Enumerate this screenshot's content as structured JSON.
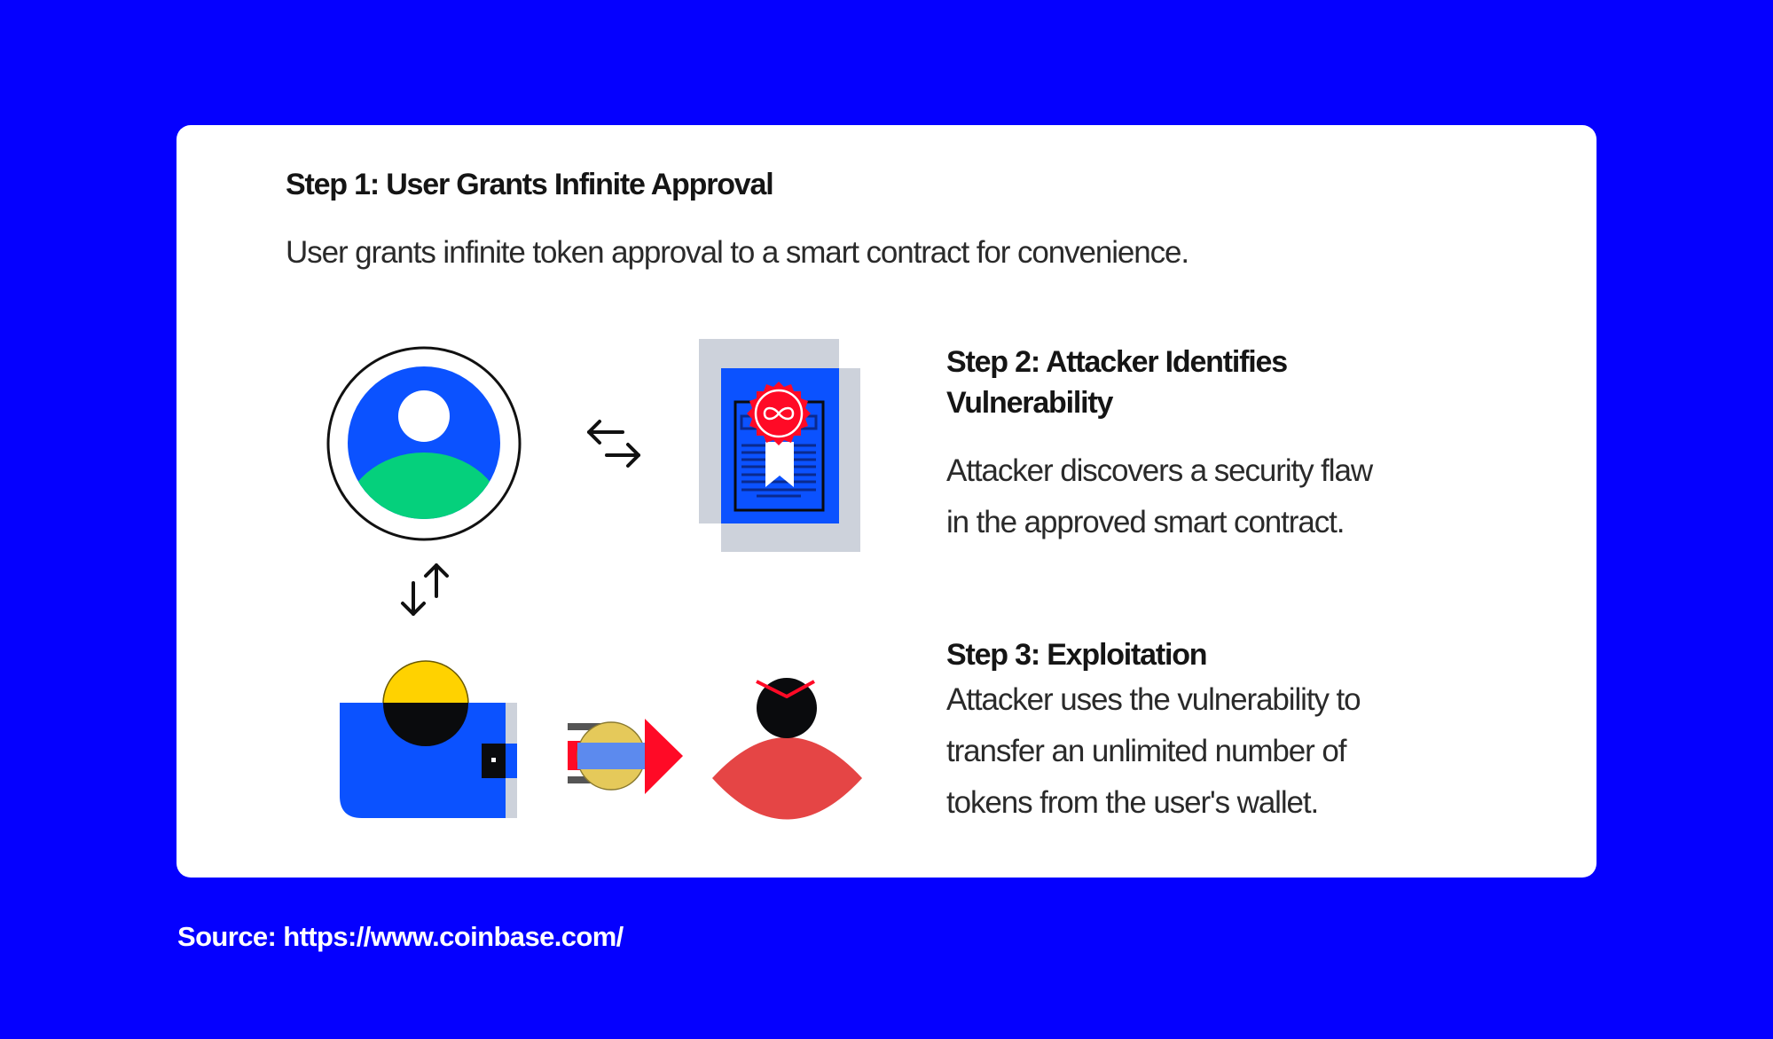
{
  "colors": {
    "background": "#0500FF",
    "card": "#FFFFFF",
    "heading_text": "#151515",
    "body_text": "#2A2A2A",
    "icon_blue": "#0B52FF",
    "icon_green": "#05D07C",
    "icon_grey": "#CDD2DB",
    "icon_red": "#FF0A26",
    "attacker_red": "#E54545",
    "coin_yellow": "#FFD200",
    "dark": "#0A0B0D"
  },
  "steps": [
    {
      "title": "Step 1: User Grants Infinite Approval",
      "body_lines": [
        "User grants infinite token approval to a smart contract for convenience."
      ]
    },
    {
      "title_lines": [
        "Step 2: Attacker Identifies",
        "Vulnerability"
      ],
      "body_lines": [
        "Attacker discovers a security flaw",
        "in the approved smart contract."
      ]
    },
    {
      "title": "Step 3: Exploitation",
      "body_lines": [
        "Attacker uses the vulnerability to",
        "transfer an unlimited number of",
        "tokens from the user's wallet."
      ]
    }
  ],
  "illustrations": {
    "user": "user-avatar-icon",
    "exchange_horizontal": "swap-horizontal-arrows-icon",
    "contract": "smart-contract-certificate-icon",
    "contract_seal_symbol": "∞",
    "exchange_vertical": "swap-vertical-arrows-icon",
    "wallet": "wallet-with-coin-icon",
    "transfer": "coin-transfer-arrow-icon",
    "attacker": "attacker-figure-icon"
  },
  "footer": {
    "source": "Source: https://www.coinbase.com/"
  }
}
